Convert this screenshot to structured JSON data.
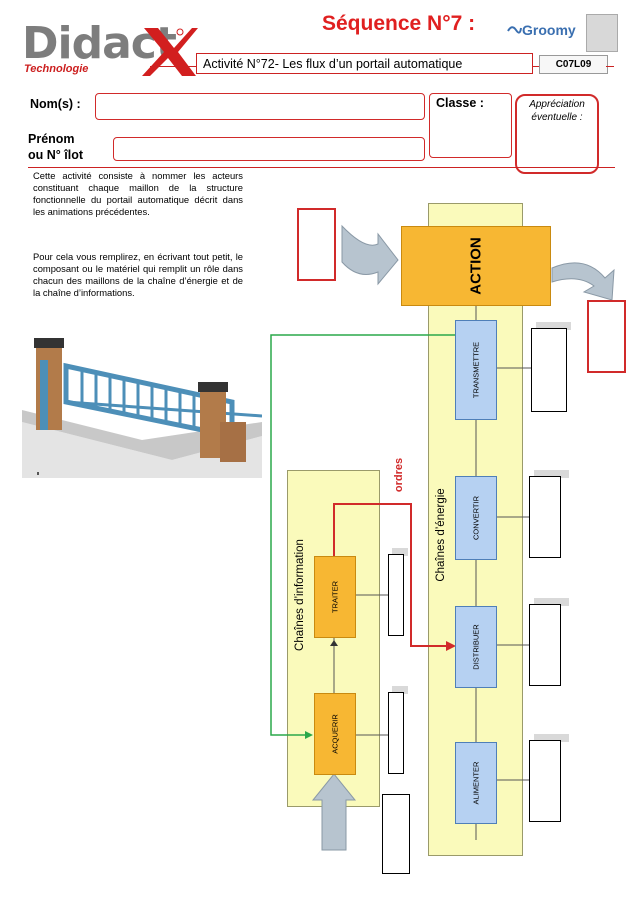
{
  "header": {
    "logo_main": "Didact",
    "logo_sub": "Technologie",
    "sequence": "Séquence N°7 :",
    "groomy": "Groomy",
    "activity": "Activité N°72- Les flux d’un portail automatique",
    "code": "C07L09"
  },
  "form": {
    "name_label": "Nom(s) :",
    "class_label": "Classe :",
    "firstname_label_1": "Prénom",
    "firstname_label_2": "ou N° îlot",
    "appreciation_1": "Appréciation",
    "appreciation_2": "éventuelle :"
  },
  "intro": {
    "para1": "Cette activité consiste à nommer les acteurs constituant chaque maillon de la structure fonctionnelle du portail automatique décrit dans les animations précédentes.",
    "para2": "Pour cela vous remplirez, en écrivant tout petit, le composant ou le matériel qui remplit un rôle dans chacun des maillons de la chaîne d’énergie et de la chaîne d’informations."
  },
  "diagram": {
    "action": "ACTION",
    "ordres": "ordres",
    "chain_energy": "Chaînes d’énergie",
    "chain_info": "Chaînes d’information",
    "blocks": {
      "transmettre": "TRANSMETTRE",
      "convertir": "CONVERTIR",
      "distribuer": "DISTRIBUER",
      "alimenter": "ALIMENTER",
      "traiter": "TRAITER",
      "acquerir": "ACQUERIR"
    }
  }
}
